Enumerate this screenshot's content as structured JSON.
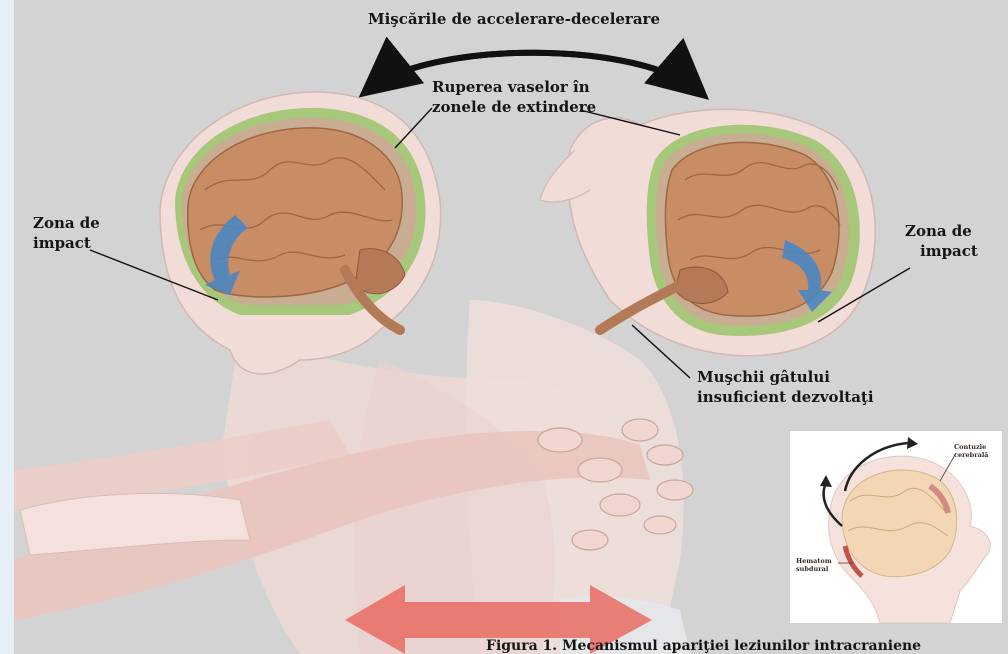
{
  "diagram": {
    "top_label": "Mişcările de accelerare-decelerare",
    "vessels_label_line1": "Ruperea vaselor în",
    "vessels_label_line2": "zonele de extindere",
    "impact_left_line1": "Zona de",
    "impact_left_line2": "impact",
    "impact_right_line1": "Zona de",
    "impact_right_line2": "impact",
    "neck_label_line1": "Muşchii gâtului",
    "neck_label_line2": "insuficient dezvoltaţi",
    "caption": "Figura 1. Mecanismul apariţiei leziunilor intracraniene"
  },
  "inset": {
    "contusion_line1": "Contuzie",
    "contusion_line2": "cerebrală",
    "hematoma_line1": "Hematom",
    "hematoma_line2": "subdural"
  },
  "colors": {
    "background": "#d3d3d4",
    "skin": "#f3dcd8",
    "brain": "#c98d66",
    "membrane": "#9fbf6c",
    "arrow_blue": "#4a86c2",
    "arrow_red": "#ea6b63"
  }
}
